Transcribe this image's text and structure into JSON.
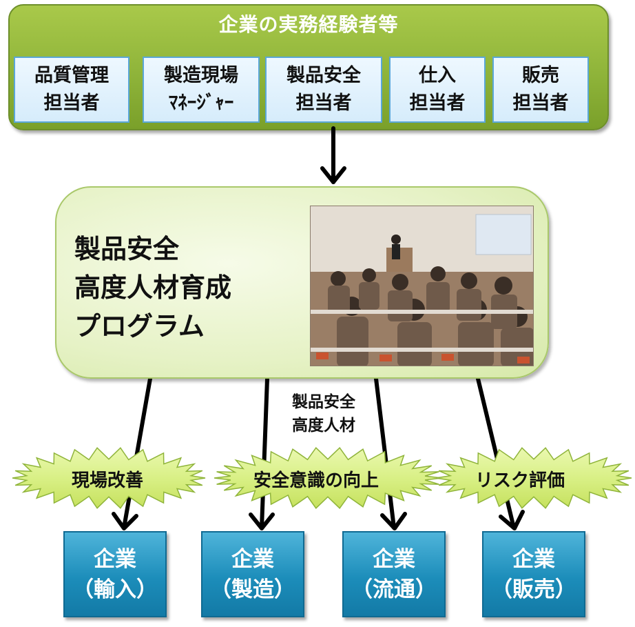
{
  "top_group": {
    "title": "企業の実務経験者等",
    "roles": [
      "品質管理\n担当者",
      "製造現場\nﾏﾈｰｼﾞｬｰ",
      "製品安全\n担当者",
      "仕入\n担当者",
      "販売\n担当者"
    ]
  },
  "program": {
    "title": "製品安全\n高度人材育成\nプログラム"
  },
  "middle_label": "製品安全\n高度人材",
  "outcomes": [
    "現場改善",
    "安全意識の向上",
    "リスク評価"
  ],
  "companies": [
    {
      "name": "企業",
      "type": "（輸入）"
    },
    {
      "name": "企業",
      "type": "（製造）"
    },
    {
      "name": "企業",
      "type": "（流通）"
    },
    {
      "name": "企業",
      "type": "（販売）"
    }
  ]
}
